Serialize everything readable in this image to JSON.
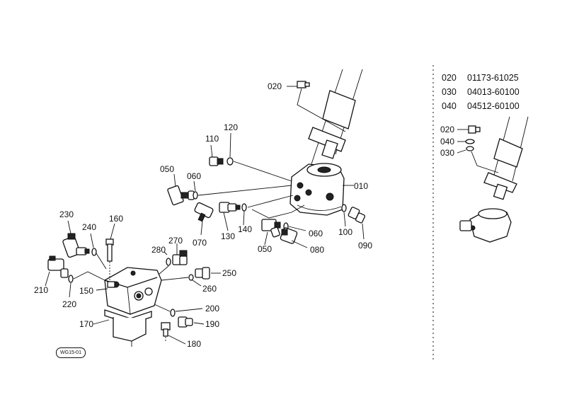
{
  "callouts": [
    {
      "id": "c020a",
      "text": "020"
    },
    {
      "id": "c010",
      "text": "010"
    },
    {
      "id": "c110",
      "text": "110"
    },
    {
      "id": "c120",
      "text": "120"
    },
    {
      "id": "c050a",
      "text": "050"
    },
    {
      "id": "c060a",
      "text": "060"
    },
    {
      "id": "c070",
      "text": "070"
    },
    {
      "id": "c130",
      "text": "130"
    },
    {
      "id": "c140",
      "text": "140"
    },
    {
      "id": "c050b",
      "text": "050"
    },
    {
      "id": "c060b",
      "text": "060"
    },
    {
      "id": "c080",
      "text": "080"
    },
    {
      "id": "c100",
      "text": "100"
    },
    {
      "id": "c090",
      "text": "090"
    },
    {
      "id": "c230",
      "text": "230"
    },
    {
      "id": "c240",
      "text": "240"
    },
    {
      "id": "c160",
      "text": "160"
    },
    {
      "id": "c270",
      "text": "270"
    },
    {
      "id": "c280",
      "text": "280"
    },
    {
      "id": "c250",
      "text": "250"
    },
    {
      "id": "c260",
      "text": "260"
    },
    {
      "id": "c210",
      "text": "210"
    },
    {
      "id": "c220",
      "text": "220"
    },
    {
      "id": "c150",
      "text": "150"
    },
    {
      "id": "c200",
      "text": "200"
    },
    {
      "id": "c170",
      "text": "170"
    },
    {
      "id": "c190",
      "text": "190"
    },
    {
      "id": "c180",
      "text": "180"
    },
    {
      "id": "c020b",
      "text": "020"
    },
    {
      "id": "c040",
      "text": "040"
    },
    {
      "id": "c030",
      "text": "030"
    }
  ],
  "legend": [
    {
      "no": "020",
      "part": "01173-61025"
    },
    {
      "no": "030",
      "part": "04013-60100"
    },
    {
      "no": "040",
      "part": "04512-60100"
    }
  ],
  "stamp": "WG15-01"
}
